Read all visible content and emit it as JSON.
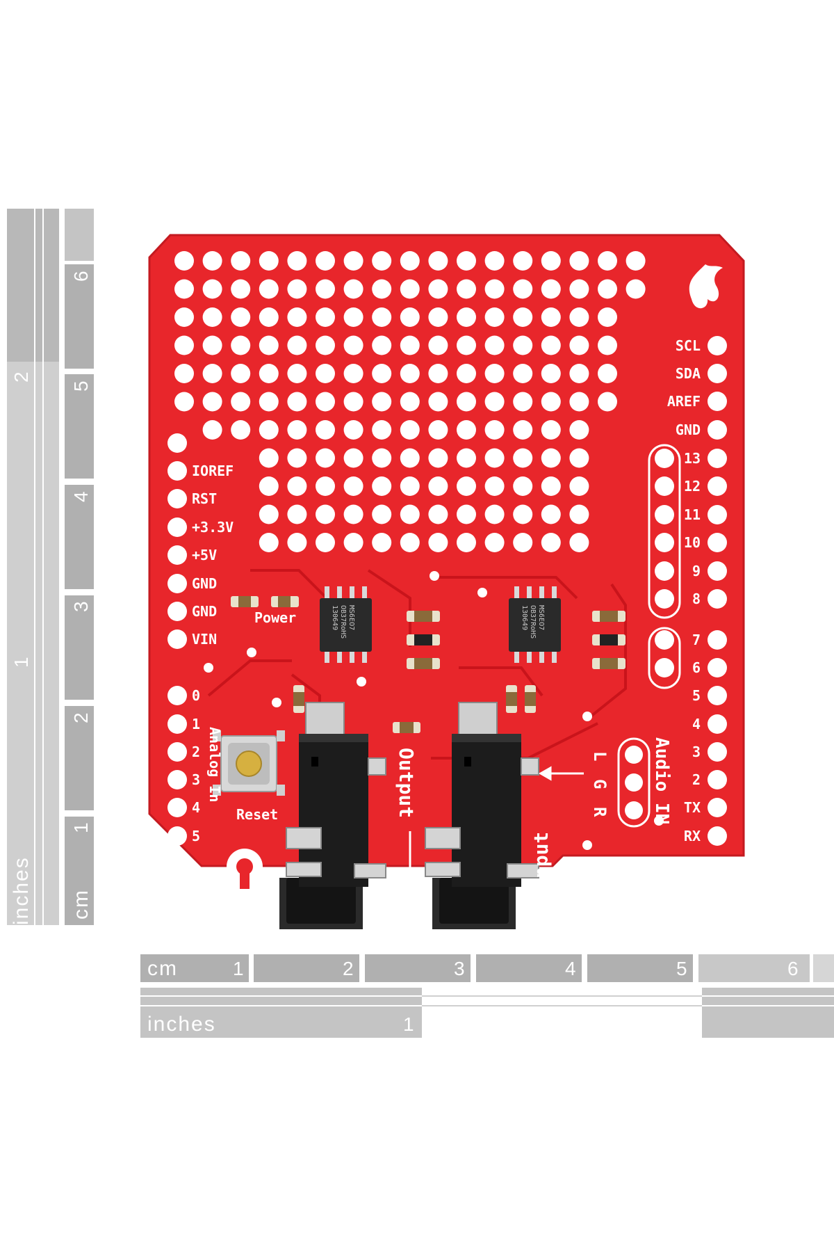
{
  "ruler": {
    "unit_cm": "cm",
    "unit_inches": "inches",
    "cm_ticks": [
      "1",
      "2",
      "3",
      "4",
      "5",
      "6"
    ],
    "inch_ticks": [
      "1",
      "2"
    ]
  },
  "board": {
    "pins_right_top": [
      "SCL",
      "SDA",
      "AREF",
      "GND",
      "13",
      "12",
      "11",
      "10",
      "9",
      "8",
      "7",
      "6",
      "5",
      "4",
      "3",
      "2",
      "TX",
      "RX"
    ],
    "pins_left_power": [
      "IOREF",
      "RST",
      "+3.3V",
      "+5V",
      "GND",
      "GND",
      "VIN"
    ],
    "pins_left_analog": [
      "0",
      "1",
      "2",
      "3",
      "4",
      "5"
    ],
    "analog_label": "Analog In",
    "power_label": "Power",
    "reset_label": "Reset",
    "output_label": "Output",
    "input_label": "Input",
    "audio_label": "Audio IN",
    "audio_pins": [
      "L",
      "G",
      "R"
    ],
    "chip_marking": [
      "MS6EO7",
      "OB37RoHS",
      "130649"
    ],
    "colors": {
      "pcb": "#e8262b",
      "silk": "#ffffff",
      "jack": "#1c1c1c",
      "ruler": "#c9c9c9"
    }
  }
}
